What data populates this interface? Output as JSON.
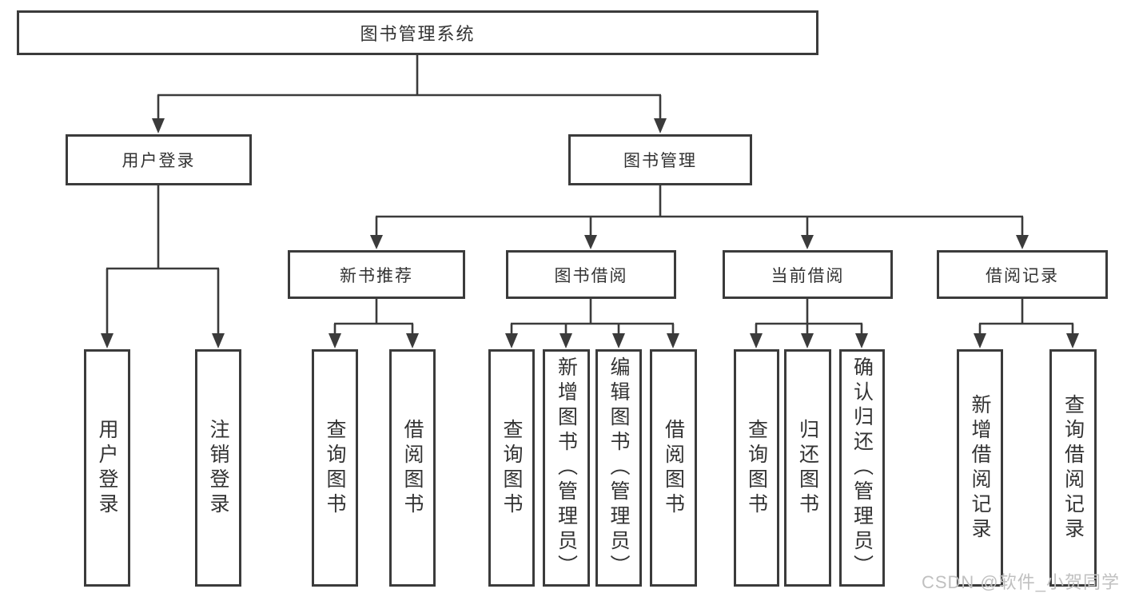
{
  "nodes": {
    "root": "图书管理系统",
    "userLogin": "用户登录",
    "bookManagement": "图书管理",
    "newBookRecommend": "新书推荐",
    "bookBorrow": "图书借阅",
    "currentBorrow": "当前借阅",
    "borrowRecords": "借阅记录",
    "leafUserLogin": "用户登录",
    "leafLogout": "注销登录",
    "leafQueryBooks1": "查询图书",
    "leafBorrowBooks1": "借阅图书",
    "leafQueryBooks2": "查询图书",
    "leafAddBookAdmin": "新增图书（管理员）",
    "leafEditBookAdmin": "编辑图书（管理员）",
    "leafBorrowBooks2": "借阅图书",
    "leafQueryBooks3": "查询图书",
    "leafReturnBook": "归还图书",
    "leafConfirmReturnAdmin": "确认归还（管理员）",
    "leafAddBorrowRecord": "新增借阅记录",
    "leafQueryBorrowRecord": "查询借阅记录"
  },
  "watermark": "CSDN @软件_小贺同学",
  "colors": {
    "line": "#3b3b3b",
    "text": "#333333",
    "background": "#ffffff",
    "watermark": "#c0c0c0"
  }
}
